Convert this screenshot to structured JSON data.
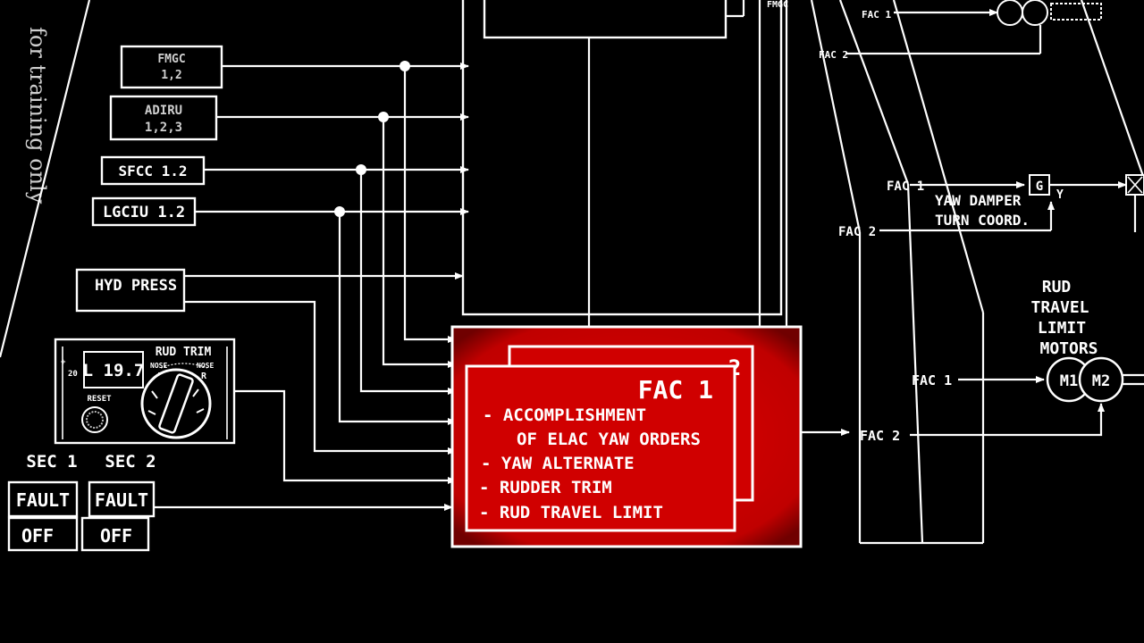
{
  "watermark": "for training only",
  "inputs": {
    "fmgc": "FMGC",
    "fmgc_sub": "1,2",
    "adiru": "ADIRU",
    "adiru_sub": "1,2,3",
    "sfcc": "SFCC 1.2",
    "lgciu": "LGCIU 1.2",
    "hyd": "HYD PRESS"
  },
  "rud_trim_panel": {
    "title": "RUD TRIM",
    "display": "L 19.7",
    "left_mark": "NOSE",
    "right_mark": "NOSE",
    "l": "L",
    "r": "R",
    "plus": "+",
    "twenty": "20",
    "reset": "RESET"
  },
  "sec_panel": {
    "sec1_label": "SEC 1",
    "sec2_label": "SEC 2",
    "fault": "FAULT",
    "off": "OFF"
  },
  "fac_block": {
    "title": "FAC 1",
    "back_number": "2",
    "functions": [
      "- ACCOMPLISHMENT",
      "OF ELAC YAW ORDERS",
      "- YAW ALTERNATE",
      "- RUDDER TRIM",
      "- RUD TRAVEL LIMIT"
    ],
    "color": "#d40000"
  },
  "right_side": {
    "fac1_a": "FAC 1",
    "fac2_a": "FAC 2",
    "yaw_damper": "YAW DAMPER",
    "turn_coord": "TURN COORD.",
    "g": "G",
    "y": "Y",
    "rtl_title": [
      "RUD",
      "TRAVEL",
      "LIMIT",
      "MOTORS"
    ],
    "fac1_b": "FAC 1",
    "fac2_b": "FAC 2",
    "m1": "M1",
    "m2": "M2",
    "top_fac": "FAC 1",
    "top_fac2": "FAC 2"
  }
}
